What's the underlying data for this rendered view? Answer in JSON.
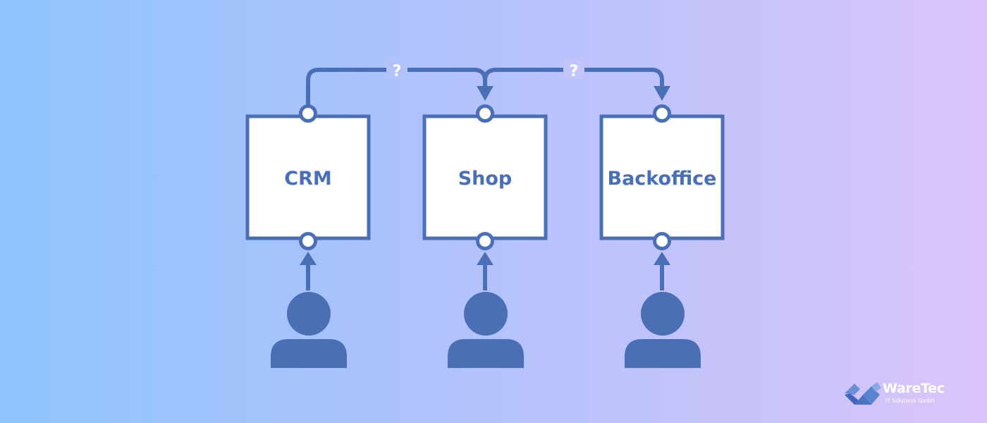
{
  "systems": [
    {
      "label": "CRM"
    },
    {
      "label": "Shop"
    },
    {
      "label": "Backoffice"
    }
  ],
  "connections": [
    {
      "label": "?"
    },
    {
      "label": "?"
    }
  ],
  "colors": {
    "stroke": "#4a6fb5",
    "box_fill": "#ffffff",
    "person": "#4a6fb5",
    "gradient_start": "#8fc4fc",
    "gradient_end": "#dac5fa"
  },
  "logo": {
    "name": "WareTec",
    "subtitle": "IT Solutions GmbH",
    "icon": "waretec-logo-icon"
  }
}
